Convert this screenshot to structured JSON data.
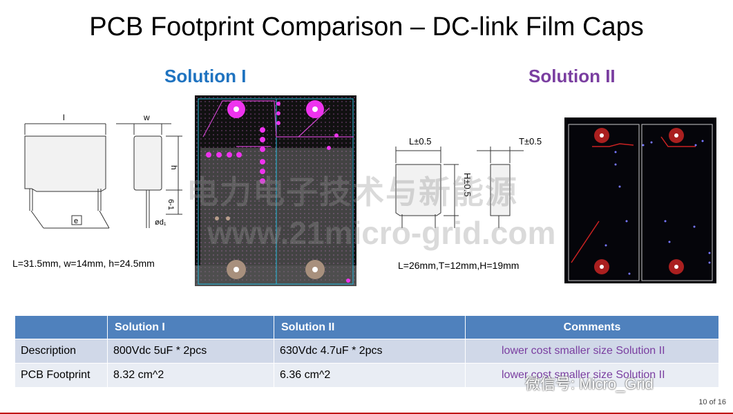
{
  "title": "PCB Footprint Comparison – DC-link Film Caps",
  "solution1": {
    "heading": "Solution I",
    "drawing_labels": {
      "l": "l",
      "w": "w",
      "h": "h",
      "e": "e",
      "d1": "ød₁",
      "six": "6-1"
    },
    "dims": "L=31.5mm, w=14mm, h=24.5mm"
  },
  "solution2": {
    "heading": "Solution II",
    "drawing_labels": {
      "L": "L±0.5",
      "T": "T±0.5",
      "H": "H±0.5"
    },
    "dims": "L=26mm,T=12mm,H=19mm"
  },
  "watermark": {
    "line1": "电力电子技术与新能源",
    "line2": "www.21micro-grid.com"
  },
  "table": {
    "headers": [
      "",
      "Solution I",
      "Solution II",
      "Comments"
    ],
    "rows": [
      {
        "label": "Description",
        "s1": "800Vdc 5uF * 2pcs",
        "s2": "630Vdc 4.7uF * 2pcs",
        "comment": "lower cost smaller size Solution II"
      },
      {
        "label": "PCB Footprint",
        "s1": "8.32 cm^2",
        "s2": "6.36 cm^2",
        "comment": "lower cost smaller size Solution II"
      }
    ]
  },
  "wechat_overlay": "微信号: Micro_Grid",
  "page_number": "10 of 16",
  "colors": {
    "solution1": "#1f73c0",
    "solution2": "#7a3ea0",
    "table_header": "#4f81bd"
  }
}
